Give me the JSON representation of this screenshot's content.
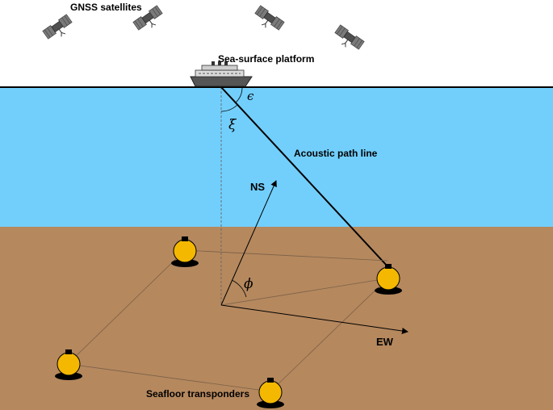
{
  "labels": {
    "satellites": "GNSS satellites",
    "platform": "Sea-surface platform",
    "acoustic_path": "Acoustic path line",
    "ns_axis": "NS",
    "ew_axis": "EW",
    "transponders": "Seafloor transponders"
  },
  "symbols": {
    "epsilon": "ϵ",
    "xi": "ξ",
    "phi": "ϕ"
  },
  "colors": {
    "sky": "#ffffff",
    "sea": "#72cffc",
    "seafloor": "#b5885e",
    "transponder": "#f5b800",
    "satellite_body": "#6d6d6d"
  }
}
